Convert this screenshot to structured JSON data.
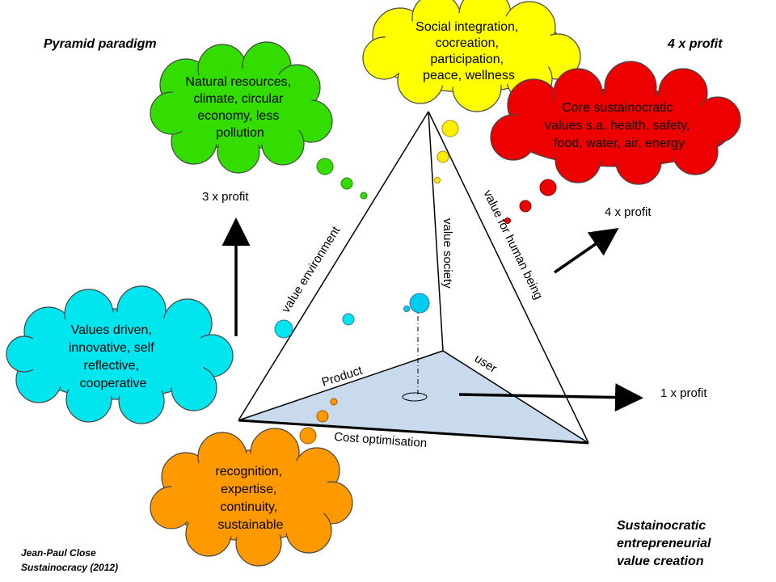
{
  "headers": {
    "top_left": "Pyramid paradigm",
    "top_right": "4 x profit",
    "bottom_right": [
      "Sustainocratic",
      "entrepreneurial",
      "value creation"
    ]
  },
  "credit": [
    "Jean-Paul Close",
    "Sustainocracy (2012)"
  ],
  "clouds": {
    "yellow": {
      "lines": [
        "Social integration,",
        "cocreation,",
        "participation,",
        "peace, wellness"
      ],
      "color": "#FFFF00"
    },
    "green": {
      "lines": [
        "Natural resources,",
        "climate, circular",
        "economy, less",
        "pollution"
      ],
      "color": "#33DD00"
    },
    "red": {
      "lines": [
        "Core sustainocratic",
        "values s.a. health, safety,",
        "food, water, air, energy"
      ],
      "color": "#EE0000"
    },
    "cyan": {
      "lines": [
        "Values driven,",
        "innovative, self",
        "reflective,",
        "cooperative"
      ],
      "color": "#00E5EE"
    },
    "orange": {
      "lines": [
        "recognition,",
        "expertise,",
        "continuity,",
        "sustainable"
      ],
      "color": "#FF9900"
    }
  },
  "edges": {
    "environment": "value environment",
    "society": "value society",
    "human": "value for human being",
    "product": "Product",
    "user": "user",
    "cost": "Cost optimisation"
  },
  "profits": {
    "three": "3 x profit",
    "four": "4 x profit",
    "one": "1 x profit"
  },
  "colors": {
    "base_fill": "#C8DAEC",
    "line": "#000000"
  }
}
